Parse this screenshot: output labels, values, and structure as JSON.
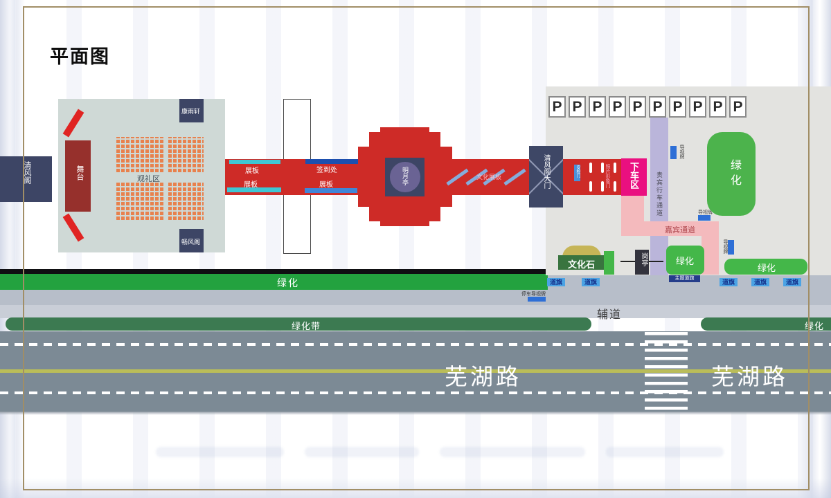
{
  "title": "平面图",
  "left": {
    "qingfengge": "清风阁",
    "kangyuxuan": "康雨轩",
    "changfengge": "畅风阁",
    "stage": "舞台",
    "audience": "观礼区"
  },
  "carpet": {
    "board1": "展板",
    "board2": "展板",
    "signin": "签到处",
    "board3": "展板",
    "pavilion": "明月亭",
    "stripes_label": "文化展板",
    "gate": "清风阁大门",
    "security": "安检门",
    "photo_gate": "照片形象门",
    "dropoff": "下车区"
  },
  "parking": {
    "p": "P"
  },
  "right": {
    "vip_lane": "贵宾行车通道",
    "sign": "导视牌",
    "green_big": "绿化",
    "guest_path": "嘉宾通道",
    "culture_stone": "文化石",
    "guard_booth": "岗亭",
    "green_mid": "绿化",
    "green_low": "绿化",
    "theme_flag": "主题道旗",
    "flag": "道旗",
    "parking_sign": "停车导视牌"
  },
  "streets": {
    "green_strip": "绿化",
    "service_road": "辅道",
    "green_belt": "绿化带",
    "green_belt_right": "绿化",
    "road_left": "芜湖路",
    "road_right": "芜湖路"
  },
  "colors": {
    "carpet_red": "#ce2b27",
    "navy": "#3d4565",
    "magenta": "#ea1080",
    "lavender": "#bab5da",
    "green": "#44b749",
    "frame_gold": "#a18e66"
  }
}
